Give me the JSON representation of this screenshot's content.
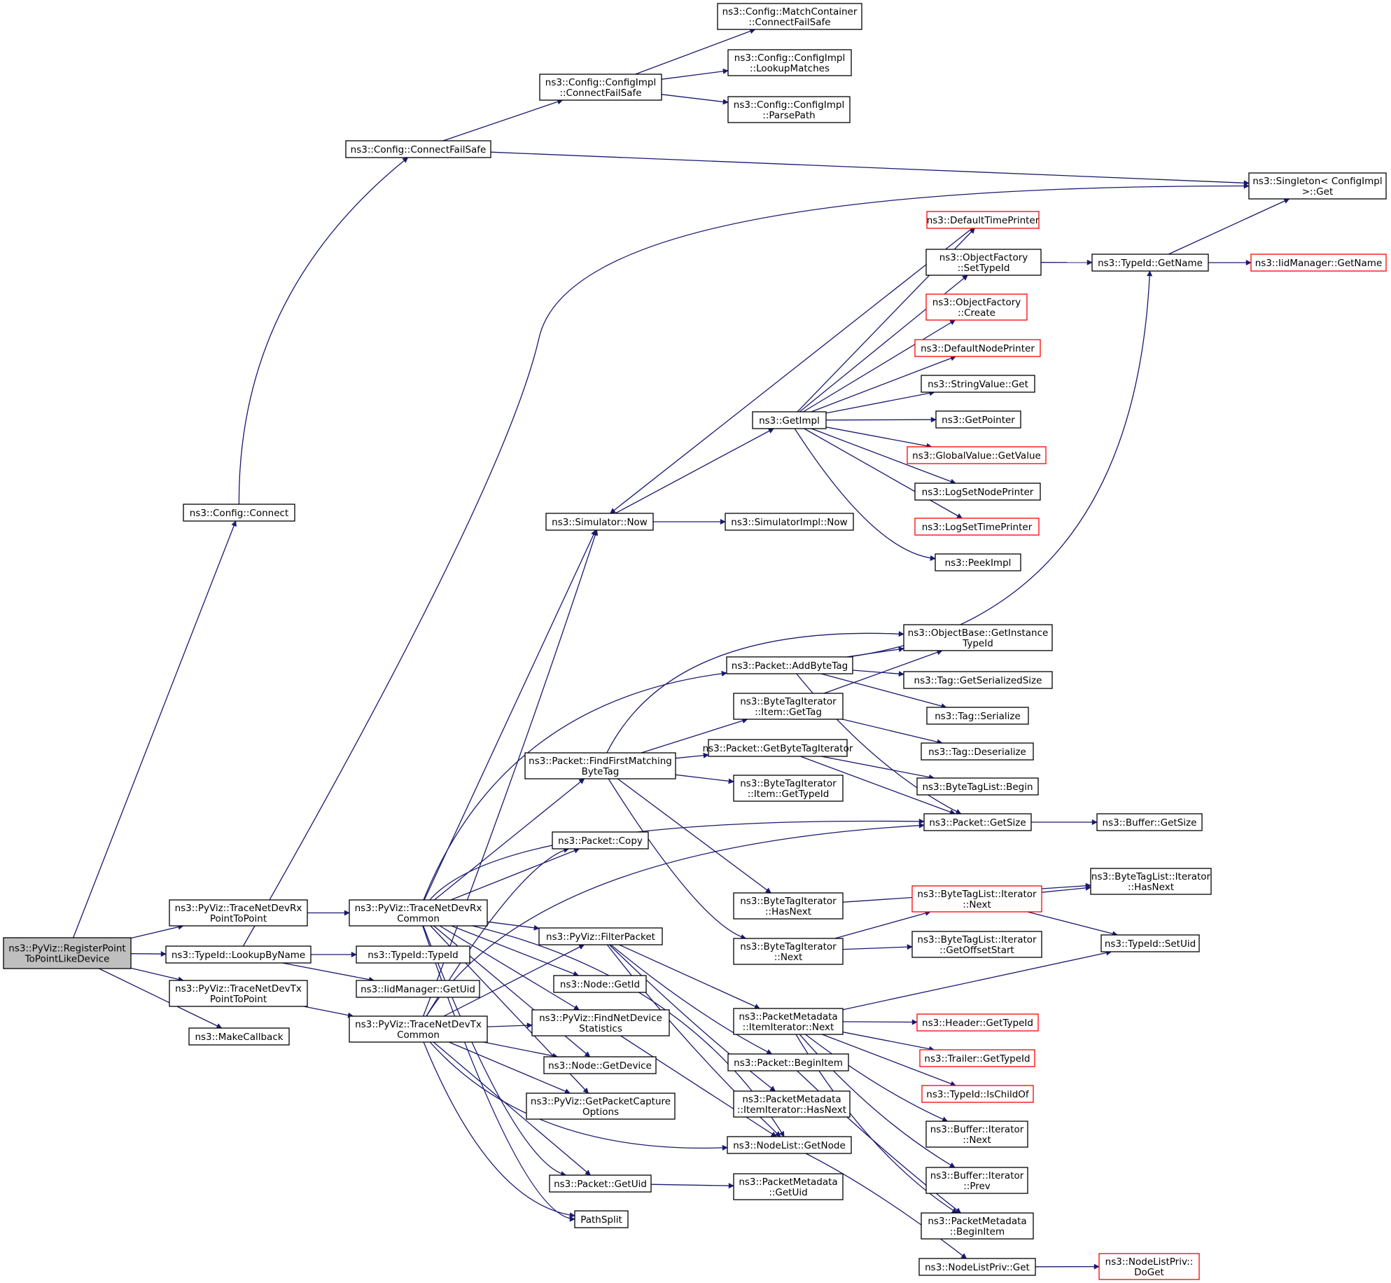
{
  "graph": {
    "edge_color": "#191970",
    "root_fill": "#bfbfbf",
    "truncated_border": "#ff0000",
    "nodes": [
      {
        "id": "root",
        "lines": [
          "ns3::PyViz::RegisterPoint",
          "ToPointLikeDevice"
        ],
        "root": true
      },
      {
        "id": "cfgConnect",
        "lines": [
          "ns3::Config::Connect"
        ]
      },
      {
        "id": "rxP2P",
        "lines": [
          "ns3::PyViz::TraceNetDevRx",
          "PointToPoint"
        ]
      },
      {
        "id": "lookup",
        "lines": [
          "ns3::TypeId::LookupByName"
        ]
      },
      {
        "id": "txP2P",
        "lines": [
          "ns3::PyViz::TraceNetDevTx",
          "PointToPoint"
        ]
      },
      {
        "id": "makeCb",
        "lines": [
          "ns3::MakeCallback"
        ]
      },
      {
        "id": "cfs",
        "lines": [
          "ns3::Config::ConnectFailSafe"
        ]
      },
      {
        "id": "implCfs",
        "lines": [
          "ns3::Config::ConfigImpl",
          "::ConnectFailSafe"
        ]
      },
      {
        "id": "mcCfs",
        "lines": [
          "ns3::Config::MatchContainer",
          "::ConnectFailSafe"
        ]
      },
      {
        "id": "lookupMatches",
        "lines": [
          "ns3::Config::ConfigImpl",
          "::LookupMatches"
        ]
      },
      {
        "id": "parsePath",
        "lines": [
          "ns3::Config::ConfigImpl",
          "::ParsePath"
        ]
      },
      {
        "id": "singleton",
        "lines": [
          "ns3::Singleton< ConfigImpl",
          " >::Get"
        ]
      },
      {
        "id": "rxCommon",
        "lines": [
          "ns3::PyViz::TraceNetDevRx",
          "Common"
        ]
      },
      {
        "id": "txCommon",
        "lines": [
          "ns3::PyViz::TraceNetDevTx",
          "Common"
        ]
      },
      {
        "id": "typeIdCtor",
        "lines": [
          "ns3::TypeId::TypeId"
        ]
      },
      {
        "id": "iidGetUid",
        "lines": [
          "ns3::IidManager::GetUid"
        ]
      },
      {
        "id": "simNow",
        "lines": [
          "ns3::Simulator::Now"
        ]
      },
      {
        "id": "simImplNow",
        "lines": [
          "ns3::SimulatorImpl::Now"
        ]
      },
      {
        "id": "getImpl",
        "lines": [
          "ns3::GetImpl"
        ]
      },
      {
        "id": "defTimePrinter",
        "lines": [
          "ns3::DefaultTimePrinter"
        ],
        "truncated": true
      },
      {
        "id": "ofSetTypeId",
        "lines": [
          "ns3::ObjectFactory",
          "::SetTypeId"
        ]
      },
      {
        "id": "ofCreate",
        "lines": [
          "ns3::ObjectFactory",
          "::Create"
        ],
        "truncated": true
      },
      {
        "id": "defNodePrinter",
        "lines": [
          "ns3::DefaultNodePrinter"
        ],
        "truncated": true
      },
      {
        "id": "strValGet",
        "lines": [
          "ns3::StringValue::Get"
        ]
      },
      {
        "id": "getPointer",
        "lines": [
          "ns3::GetPointer"
        ]
      },
      {
        "id": "gvGetValue",
        "lines": [
          "ns3::GlobalValue::GetValue"
        ],
        "truncated": true
      },
      {
        "id": "logSetNode",
        "lines": [
          "ns3::LogSetNodePrinter"
        ]
      },
      {
        "id": "logSetTime",
        "lines": [
          "ns3::LogSetTimePrinter"
        ],
        "truncated": true
      },
      {
        "id": "peekImpl",
        "lines": [
          "ns3::PeekImpl"
        ]
      },
      {
        "id": "tidGetName",
        "lines": [
          "ns3::TypeId::GetName"
        ]
      },
      {
        "id": "iidGetName",
        "lines": [
          "ns3::IidManager::GetName"
        ],
        "truncated": true
      },
      {
        "id": "objGetInst",
        "lines": [
          "ns3::ObjectBase::GetInstance",
          "TypeId"
        ]
      },
      {
        "id": "addByteTag",
        "lines": [
          "ns3::Packet::AddByteTag"
        ]
      },
      {
        "id": "tagGetSer",
        "lines": [
          "ns3::Tag::GetSerializedSize"
        ]
      },
      {
        "id": "tagSer",
        "lines": [
          "ns3::Tag::Serialize"
        ]
      },
      {
        "id": "btiGetTag",
        "lines": [
          "ns3::ByteTagIterator",
          "::Item::GetTag"
        ]
      },
      {
        "id": "tagDeser",
        "lines": [
          "ns3::Tag::Deserialize"
        ]
      },
      {
        "id": "findFirst",
        "lines": [
          "ns3::Packet::FindFirstMatching",
          "ByteTag"
        ]
      },
      {
        "id": "getBTI",
        "lines": [
          "ns3::Packet::GetByteTagIterator"
        ]
      },
      {
        "id": "btlBegin",
        "lines": [
          "ns3::ByteTagList::Begin"
        ]
      },
      {
        "id": "btiGetTypeId",
        "lines": [
          "ns3::ByteTagIterator",
          "::Item::GetTypeId"
        ]
      },
      {
        "id": "pktGetSize",
        "lines": [
          "ns3::Packet::GetSize"
        ]
      },
      {
        "id": "bufGetSize",
        "lines": [
          "ns3::Buffer::GetSize"
        ]
      },
      {
        "id": "pktCopy",
        "lines": [
          "ns3::Packet::Copy"
        ]
      },
      {
        "id": "btlItHasNext",
        "lines": [
          "ns3::ByteTagList::Iterator",
          "::HasNext"
        ]
      },
      {
        "id": "btlItNext",
        "lines": [
          "ns3::ByteTagList::Iterator",
          "::Next"
        ],
        "truncated": true
      },
      {
        "id": "btiHasNext",
        "lines": [
          "ns3::ByteTagIterator",
          "::HasNext"
        ]
      },
      {
        "id": "filterPkt",
        "lines": [
          "ns3::PyViz::FilterPacket"
        ]
      },
      {
        "id": "btiNext",
        "lines": [
          "ns3::ByteTagIterator",
          "::Next"
        ]
      },
      {
        "id": "btlGetOffset",
        "lines": [
          "ns3::ByteTagList::Iterator",
          "::GetOffsetStart"
        ]
      },
      {
        "id": "tidSetUid",
        "lines": [
          "ns3::TypeId::SetUid"
        ]
      },
      {
        "id": "nodeGetId",
        "lines": [
          "ns3::Node::GetId"
        ]
      },
      {
        "id": "pmItNext",
        "lines": [
          "ns3::PacketMetadata",
          "::ItemIterator::Next"
        ]
      },
      {
        "id": "hdrGetTypeId",
        "lines": [
          "ns3::Header::GetTypeId"
        ],
        "truncated": true
      },
      {
        "id": "findNetDev",
        "lines": [
          "ns3::PyViz::FindNetDevice",
          "Statistics"
        ]
      },
      {
        "id": "trlGetTypeId",
        "lines": [
          "ns3::Trailer::GetTypeId"
        ],
        "truncated": true
      },
      {
        "id": "nodeGetDevice",
        "lines": [
          "ns3::Node::GetDevice"
        ]
      },
      {
        "id": "pktBeginItem",
        "lines": [
          "ns3::Packet::BeginItem"
        ]
      },
      {
        "id": "tidIsChild",
        "lines": [
          "ns3::TypeId::IsChildOf"
        ],
        "truncated": true
      },
      {
        "id": "getPktCapture",
        "lines": [
          "ns3::PyViz::GetPacketCapture",
          "Options"
        ]
      },
      {
        "id": "pmItHasNext",
        "lines": [
          "ns3::PacketMetadata",
          "::ItemIterator::HasNext"
        ]
      },
      {
        "id": "bufItNext",
        "lines": [
          "ns3::Buffer::Iterator",
          "::Next"
        ]
      },
      {
        "id": "nlGetNode",
        "lines": [
          "ns3::NodeList::GetNode"
        ]
      },
      {
        "id": "bufItPrev",
        "lines": [
          "ns3::Buffer::Iterator",
          "::Prev"
        ]
      },
      {
        "id": "pktGetUid",
        "lines": [
          "ns3::Packet::GetUid"
        ]
      },
      {
        "id": "pmGetUid",
        "lines": [
          "ns3::PacketMetadata",
          "::GetUid"
        ]
      },
      {
        "id": "pmBeginItem",
        "lines": [
          "ns3::PacketMetadata",
          "::BeginItem"
        ]
      },
      {
        "id": "pathSplit",
        "lines": [
          "PathSplit"
        ]
      },
      {
        "id": "nlpGet",
        "lines": [
          "ns3::NodeListPriv::Get"
        ]
      },
      {
        "id": "nlpDoGet",
        "lines": [
          "ns3::NodeListPriv::",
          "DoGet"
        ],
        "truncated": true
      }
    ]
  }
}
